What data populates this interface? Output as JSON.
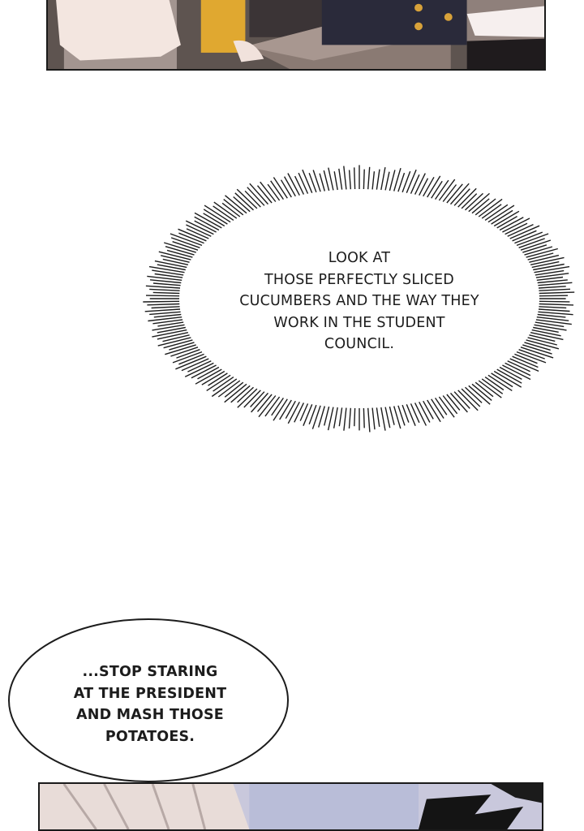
{
  "thought_bubble": {
    "lines": [
      "LOOK AT",
      "THOSE PERFECTLY SLICED",
      "CUCUMBERS AND THE WAY THEY",
      "WORK IN THE STUDENT",
      "COUNCIL."
    ]
  },
  "speech_bubble": {
    "lines": [
      "...STOP STARING",
      "AT THE PRESIDENT",
      "AND MASH THOSE",
      "POTATOES."
    ]
  },
  "colors": {
    "ink": "#1c1c1c",
    "panel_border": "#1a1a1a",
    "top_panel_bg": "#6b5f5c",
    "bottom_panel_bg": "#cfcfe0"
  }
}
